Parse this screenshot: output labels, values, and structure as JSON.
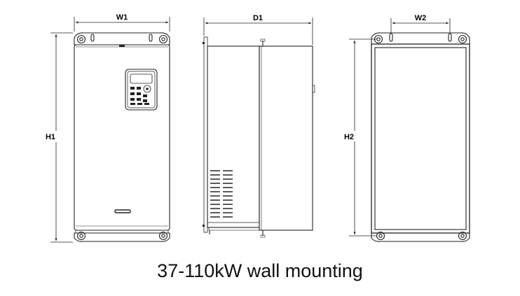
{
  "dimensions": {
    "w1": "W1",
    "d1": "D1",
    "w2": "W2",
    "h1": "H1",
    "h2": "H2"
  },
  "caption": "37-110kW wall mounting"
}
